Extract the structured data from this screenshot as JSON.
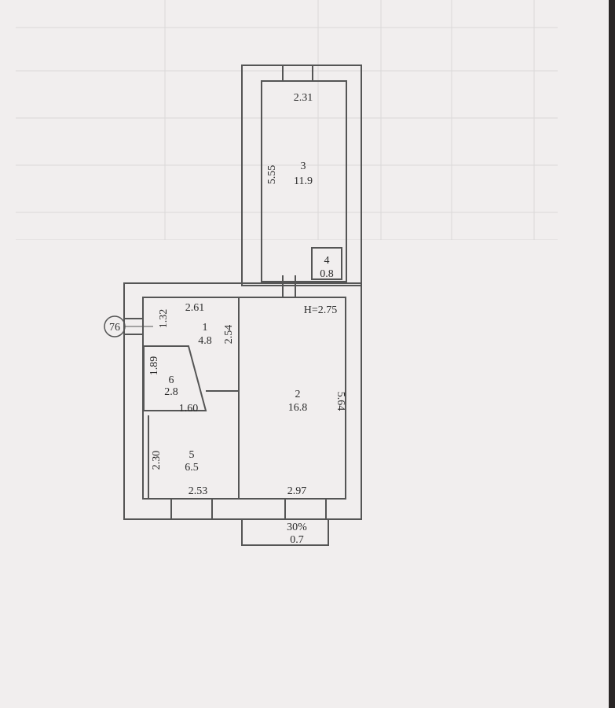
{
  "plan": {
    "ceiling_height": "H=2.75",
    "axis_marker": "76",
    "rooms": [
      {
        "number": "1",
        "area": "4.8"
      },
      {
        "number": "2",
        "area": "16.8"
      },
      {
        "number": "3",
        "area": "11.9"
      },
      {
        "number": "4",
        "area": "0.8"
      },
      {
        "number": "5",
        "area": "6.5"
      },
      {
        "number": "6",
        "area": "2.8"
      }
    ],
    "balcony": {
      "coefficient": "30%",
      "area": "0.7"
    },
    "dimensions": {
      "room3_width": "2.31",
      "room3_length": "5.55",
      "room1_width": "2.61",
      "room1_depth": "1.32",
      "room1_side": "2.54",
      "room6_depth": "1.89",
      "room6_width": "1.60",
      "room5_depth": "2.30",
      "room5_width": "2.53",
      "room2_width": "2.97",
      "room2_length": "5.64"
    }
  },
  "colors": {
    "paper": "#f1eeee",
    "ink": "#555555"
  }
}
